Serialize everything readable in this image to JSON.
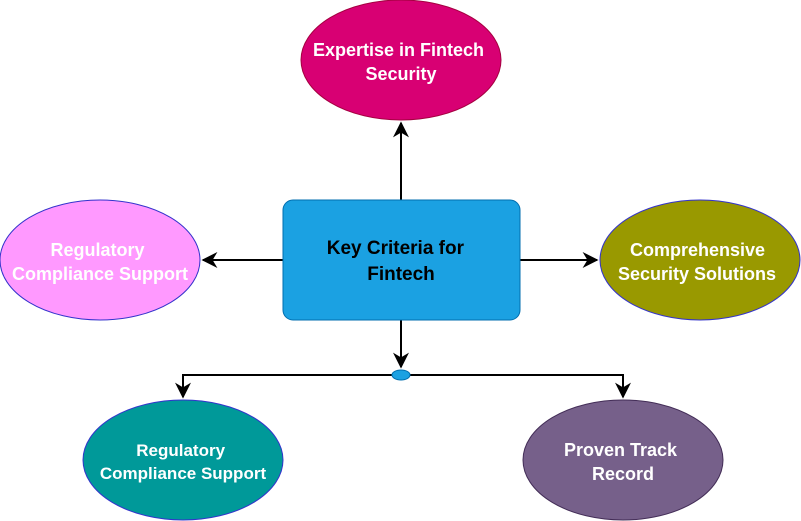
{
  "center": {
    "line1": "Key Criteria for",
    "line2": "Fintech",
    "fill": "#1ba1e2",
    "stroke": "#006eaf",
    "text_color": "#000000"
  },
  "nodes": {
    "top": {
      "line1": "Expertise in Fintech",
      "line2": "Security",
      "fill": "#d80073",
      "stroke": "#a50040",
      "text_color": "#ffffff"
    },
    "left": {
      "line1": "Regulatory",
      "line2": "Compliance Support",
      "fill": "#ff99ff",
      "stroke": "#3333cc",
      "text_color": "#ffffff"
    },
    "right": {
      "line1": "Comprehensive",
      "line2": "Security Solutions",
      "fill": "#999900",
      "stroke": "#3333cc",
      "text_color": "#ffffff"
    },
    "bottom_left": {
      "line1": "Regulatory",
      "line2": "Compliance Support",
      "fill": "#009999",
      "stroke": "#3333cc",
      "text_color": "#ffffff"
    },
    "bottom_right": {
      "line1": "Proven Track",
      "line2": "Record",
      "fill": "#76608a",
      "stroke": "#432d57",
      "text_color": "#ffffff"
    }
  },
  "junction": {
    "fill": "#1ba1e2",
    "stroke": "#006eaf"
  },
  "connector_color": "#000000"
}
